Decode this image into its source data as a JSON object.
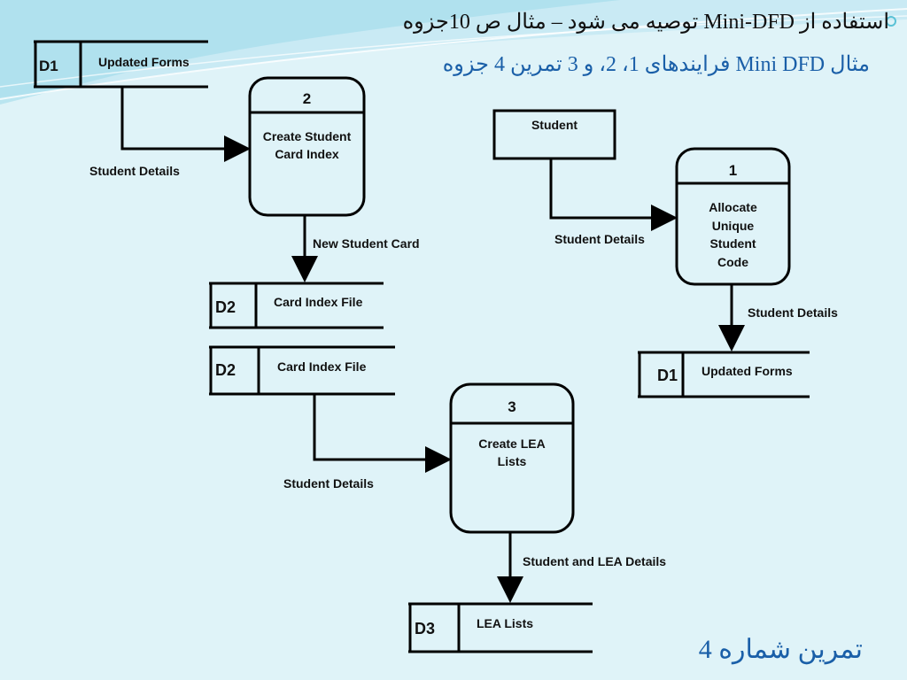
{
  "header": {
    "line1": "استفاده از Mini-DFD توصیه می شود – مثال ص 10جزوه",
    "line2": "مثال Mini DFD فرایندهای 1، 2، و 3 تمرین 4 جزوه"
  },
  "footer": {
    "label": "تمرین شماره 4"
  },
  "colors": {
    "accent": "#1a5fa8",
    "background": "#dff3f8",
    "wave": "#9bd8ea"
  },
  "diagram": {
    "processes": [
      {
        "number": "2",
        "label": "Create Student Card Index"
      },
      {
        "number": "1",
        "label": "Allocate Unique Student Code"
      },
      {
        "number": "3",
        "label": "Create LEA Lists"
      }
    ],
    "stores": [
      {
        "id": "D1",
        "label": "Updated Forms"
      },
      {
        "id": "D2",
        "label": "Card Index File"
      },
      {
        "id": "D2",
        "label": "Card Index File"
      },
      {
        "id": "D1",
        "label": "Updated Forms"
      },
      {
        "id": "D3",
        "label": "LEA Lists"
      }
    ],
    "entities": [
      {
        "label": "Student"
      }
    ],
    "flows": [
      {
        "label": "Student Details"
      },
      {
        "label": "New Student Card"
      },
      {
        "label": "Student Details"
      },
      {
        "label": "Student Details"
      },
      {
        "label": "Student Details"
      },
      {
        "label": "Student and LEA Details"
      }
    ]
  }
}
